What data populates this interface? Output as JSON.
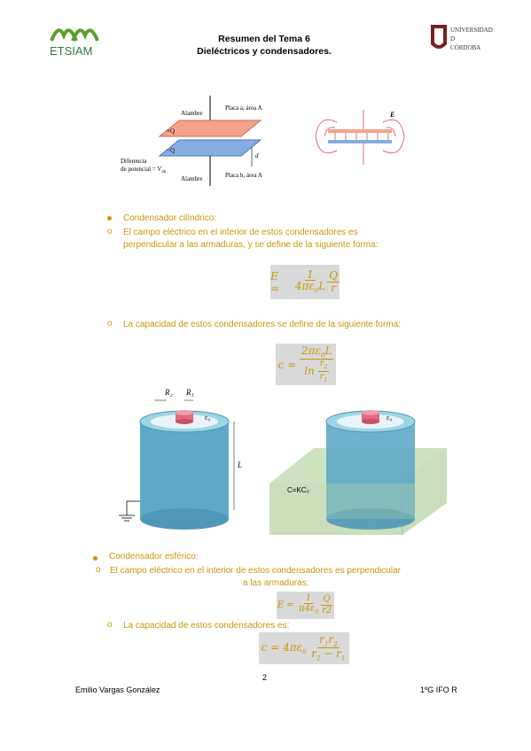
{
  "header": {
    "logo_left_text": "ETSIAM",
    "logo_right_lines": [
      "UNIVERSIDAD",
      "D",
      "CÓRDOBA"
    ],
    "title_line1": "Resumen del Tema 6",
    "title_line2": "Dieléctricos y condensadores."
  },
  "figure_plates": {
    "alambre_top": "Alambre",
    "alambre_bottom": "Alambre",
    "placa_a": "Placa a, área A",
    "placa_b": "Placa b, área A",
    "plus_q": "+Q",
    "minus_q": "−Q",
    "d": "d",
    "diferencia_line1": "Diferencia",
    "diferencia_line2": "de potencial = V",
    "vab_sub": "ab",
    "field_label": "E"
  },
  "cylindrical": {
    "heading": "Condensador cilíndrico:",
    "item1_line1": "El campo eléctrico en el interior de estos condensadores es",
    "item1_line2": "perpendicular a las armaduras, y se define de la siguiente forma:",
    "item2": "La capacidad de estos condensadores se define de la siguiente forma:"
  },
  "figure_cylinder": {
    "r2": "R₂",
    "r1": "R₁",
    "eps0_left": "ε₀",
    "eps0_right": "ε₀",
    "length": "L",
    "c_label": "C=KC₀"
  },
  "spherical": {
    "heading": "Condensador esférico:",
    "item1_line1": "El campo eléctrico en el interior de estos condensadores es perpendicular",
    "item1_line2": "a las armaduras:",
    "item2": "La capacidad de estos condensadores es:"
  },
  "footer": {
    "page_number": "2",
    "author": "Emilio Vargas González",
    "course": "1ºG IFO R"
  }
}
